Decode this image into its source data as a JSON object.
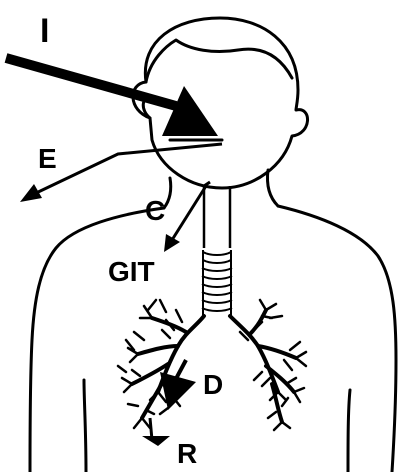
{
  "labels": {
    "inhaled": "I",
    "exhaled": "E",
    "cleared": "C",
    "gastrointestinal": "GIT",
    "deposited": "D",
    "retained": "R"
  },
  "colors": {
    "ink": "#000000",
    "background": "#ffffff"
  }
}
